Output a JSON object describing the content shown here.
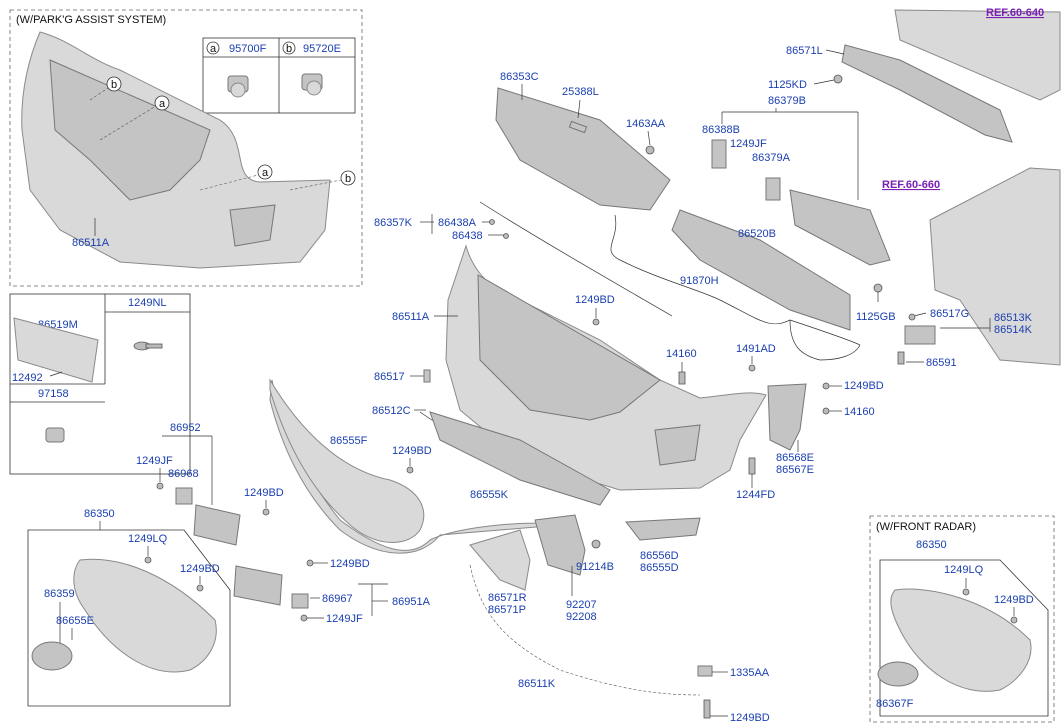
{
  "insets": {
    "parking_assist_title": "(W/PARK'G ASSIST SYSTEM)",
    "front_radar_title": "(W/FRONT RADAR)"
  },
  "legend": {
    "a_letter": "a",
    "a_part": "95700F",
    "b_letter": "b",
    "b_part": "95720E"
  },
  "refs": {
    "r1": "REF.60-640",
    "r2": "REF.60-660"
  },
  "labels": {
    "p86511A_inset": "86511A",
    "p86519M": "86519M",
    "p12492": "12492",
    "p1249NL": "1249NL",
    "p97158": "97158",
    "p86353C": "86353C",
    "p25388L": "25388L",
    "p1463AA": "1463AA",
    "p86357K": "86357K",
    "p86438A": "86438A",
    "p86438": "86438",
    "p86571L": "86571L",
    "p1125KD": "1125KD",
    "p86379B": "86379B",
    "p86388B": "86388B",
    "p1249JF_top": "1249JF",
    "p86379A": "86379A",
    "p86520B": "86520B",
    "p91870H": "91870H",
    "p1249BD_a": "1249BD",
    "p86511A_main": "86511A",
    "p14160_a": "14160",
    "p1491AD": "1491AD",
    "p1125GB": "1125GB",
    "p86517G": "86517G",
    "p86513K": "86513K",
    "p86514K": "86514K",
    "p86591": "86591",
    "p86517": "86517",
    "p1249BD_b": "1249BD",
    "p14160_b": "14160",
    "p86512C": "86512C",
    "p86952": "86952",
    "p1249JF_l": "1249JF",
    "p86968": "86968",
    "p86555F": "86555F",
    "p1249BD_c": "1249BD",
    "p86568E": "86568E",
    "p86567E": "86567E",
    "p1249BD_d": "1249BD",
    "p86555K": "86555K",
    "p1244FD": "1244FD",
    "p86350_l": "86350",
    "p1249LQ_l": "1249LQ",
    "p1249BD_e": "1249BD",
    "p86359": "86359",
    "p86655E": "86655E",
    "p1249BD_f": "1249BD",
    "p86967": "86967",
    "p86951A": "86951A",
    "p1249JF_b": "1249JF",
    "p86571R": "86571R",
    "p86571P": "86571P",
    "p91214B": "91214B",
    "p92207": "92207",
    "p92208": "92208",
    "p86556D": "86556D",
    "p86555D": "86555D",
    "p86511K": "86511K",
    "p1335AA": "1335AA",
    "p1249BD_g": "1249BD",
    "p86350_r": "86350",
    "p1249LQ_r": "1249LQ",
    "p1249BD_h": "1249BD",
    "p86367F": "86367F"
  }
}
